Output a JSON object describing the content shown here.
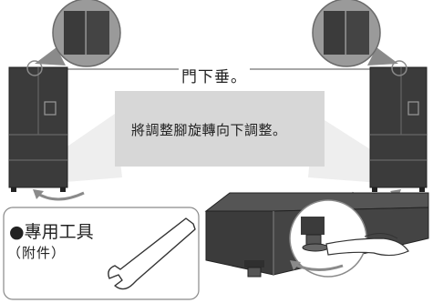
{
  "labels": {
    "door_sag": "門下垂。",
    "instruction": "將調整腳旋轉向下調整。",
    "tool_title": "●專用工具",
    "tool_subtitle": "（附件）"
  },
  "colors": {
    "fridge_body": "#3b3b3b",
    "fridge_edge": "#5a5a5a",
    "callout_fill": "#d7d7d7",
    "magnifier_fill": "#9a9a9a",
    "line": "#8a8a8a"
  },
  "icons": [
    "refrigerator-icon",
    "magnifier-icon",
    "rotate-arrow-icon",
    "wrench-icon"
  ]
}
